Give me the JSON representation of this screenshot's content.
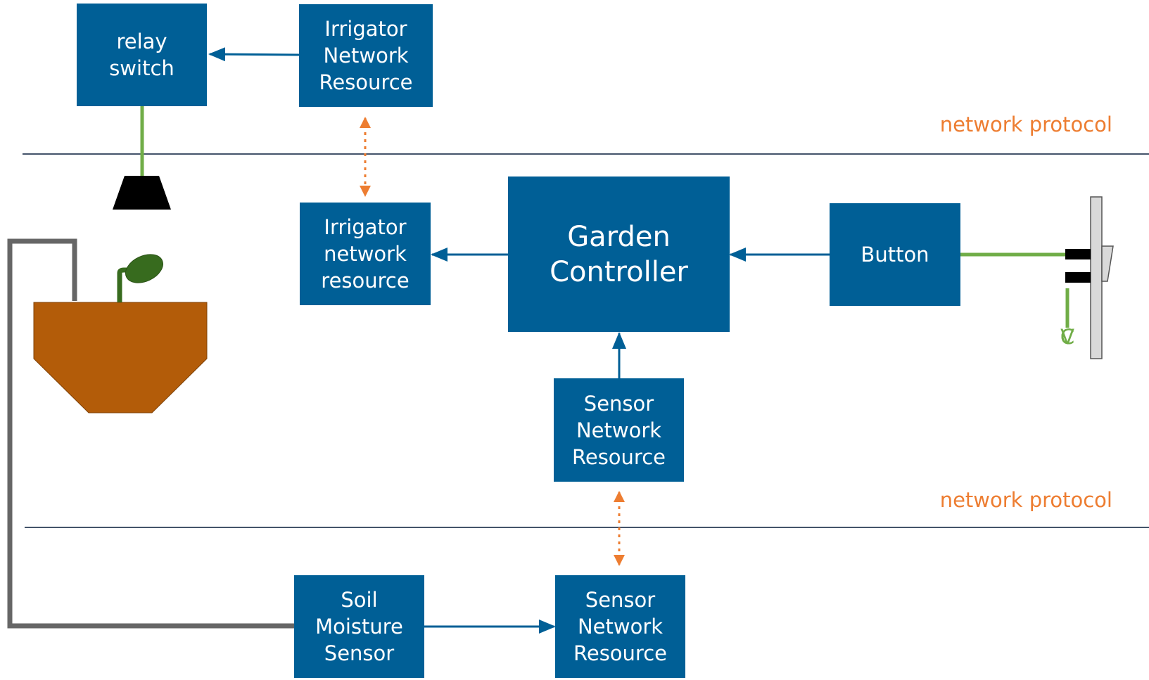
{
  "colors": {
    "box_fill": "#005f96",
    "box_text": "#ffffff",
    "arrow": "#005f96",
    "network_link": "#ed7d31",
    "wire": "#70ad47",
    "divider": "#44546a",
    "pipe": "#666666",
    "pot": "#b35c09",
    "leaf": "#376b1e",
    "sprinkler": "#000000",
    "switch_plate": "#d9d9d9"
  },
  "boxes": {
    "relay_switch": "relay\nswitch",
    "irrigator_network_resource_top": "Irrigator\nNetwork\nResource",
    "irrigator_network_resource_mid": "Irrigator\nnetwork\nresource",
    "garden_controller": "Garden\nController",
    "button": "Button",
    "sensor_network_resource_mid": "Sensor\nNetwork\nResource",
    "soil_moisture_sensor": "Soil\nMoisture\nSensor",
    "sensor_network_resource_bottom": "Sensor\nNetwork\nResource"
  },
  "labels": {
    "network_protocol_top": "network protocol",
    "network_protocol_bottom": "network protocol",
    "vcc": [
      "V",
      "C",
      "C"
    ]
  },
  "icons": {
    "sprinkler": "sprinkler-icon",
    "plant_pot": "plant-pot-icon",
    "seedling": "seedling-icon",
    "wall_switch": "wall-switch-icon",
    "pipe": "pipe-icon"
  }
}
